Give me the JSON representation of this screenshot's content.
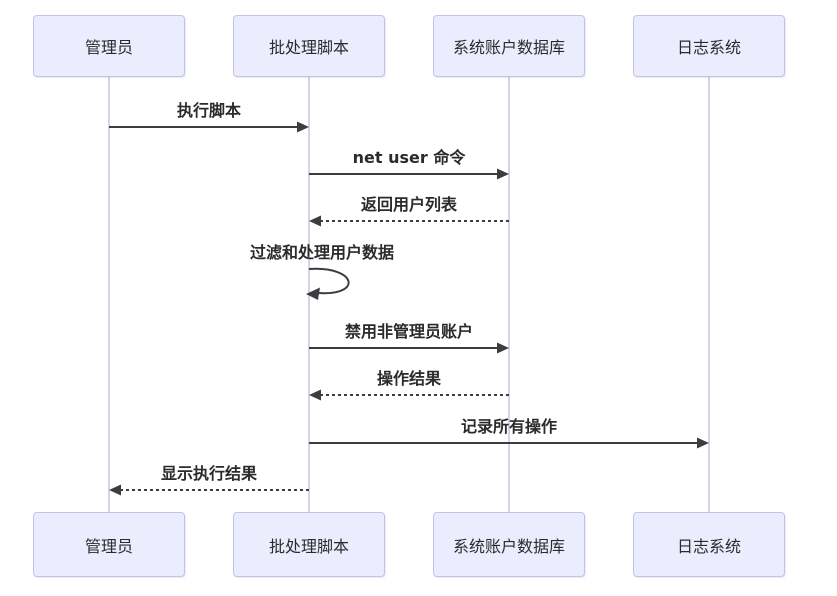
{
  "diagram": {
    "type": "sequence-diagram",
    "actors": [
      {
        "id": "admin",
        "label": "管理员"
      },
      {
        "id": "batch-script",
        "label": "批处理脚本"
      },
      {
        "id": "system-account-db",
        "label": "系统账户数据库"
      },
      {
        "id": "log-system",
        "label": "日志系统"
      }
    ],
    "messages": [
      {
        "label": "执行脚本",
        "from": "管理员",
        "to": "批处理脚本",
        "line": "solid"
      },
      {
        "label": "net user 命令",
        "from": "批处理脚本",
        "to": "系统账户数据库",
        "line": "solid"
      },
      {
        "label": "返回用户列表",
        "from": "系统账户数据库",
        "to": "批处理脚本",
        "line": "dotted"
      },
      {
        "label": "过滤和处理用户数据",
        "from": "批处理脚本",
        "to": "批处理脚本",
        "line": "self-loop"
      },
      {
        "label": "禁用非管理员账户",
        "from": "批处理脚本",
        "to": "系统账户数据库",
        "line": "solid"
      },
      {
        "label": "操作结果",
        "from": "系统账户数据库",
        "to": "批处理脚本",
        "line": "dotted"
      },
      {
        "label": "记录所有操作",
        "from": "批处理脚本",
        "to": "日志系统",
        "line": "solid"
      },
      {
        "label": "显示执行结果",
        "from": "批处理脚本",
        "to": "管理员",
        "line": "dotted"
      }
    ],
    "colors": {
      "background": "#ffffff",
      "actor_fill": "#ECECFF",
      "actor_border": "#c5c1ef",
      "lifeline": "#c9c9e0",
      "arrow": "#3d3d3d",
      "text": "#2b2b2b"
    }
  }
}
